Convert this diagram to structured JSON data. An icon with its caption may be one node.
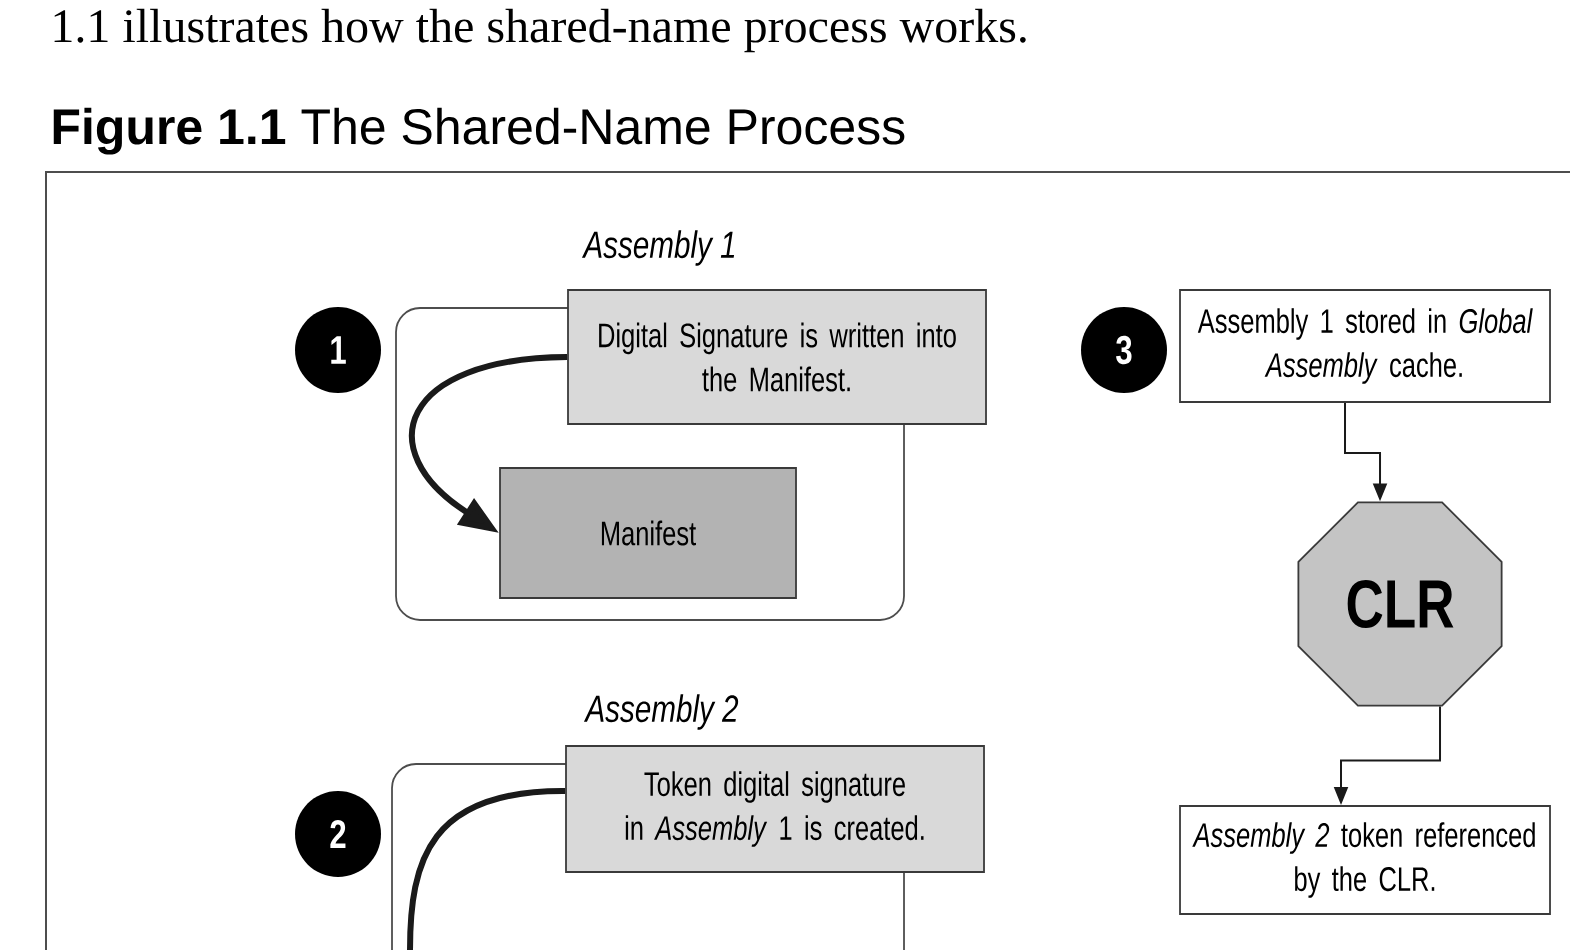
{
  "diagram": {
    "title": "**Figure 1.1** The Shared-Name Process",
    "nodes": [
      {
        "text": [
          "Assembly 1"
        ]
      },
      {
        "text": [
          "1"
        ]
      },
      {
        "text": [
          "Digital Signature is written into the Manifest."
        ]
      },
      {
        "text": [
          "Manifest"
        ],
        "in": 0
      },
      {
        "text": [
          "3"
        ]
      },
      {
        "text": [
          "Assembly 1 stored in *Global Assembly* cache."
        ]
      },
      {
        "text": [
          "CLR"
        ]
      },
      {
        "text": [
          "Assembly 2"
        ]
      },
      {
        "text": [
          "2"
        ]
      },
      {
        "text": [
          "Token digital signature in *Assembly* 1 is created."
        ]
      },
      {
        "text": [
          "*Assembly 2* token referenced by the CLR."
        ]
      }
    ],
    "edges": [
      {
        "from": 2,
        "to": 3,
        "arrow": "to",
        "style": "thick"
      },
      {
        "from": 5,
        "to": 6,
        "arrow": "to"
      },
      {
        "from": 6,
        "to": 10,
        "arrow": "to"
      },
      {
        "from": 9,
        "to": null,
        "arrow": "none",
        "style": "thick"
      }
    ],
    "labels": [
      "1.1 illustrates how the shared-name process works."
    ]
  }
}
